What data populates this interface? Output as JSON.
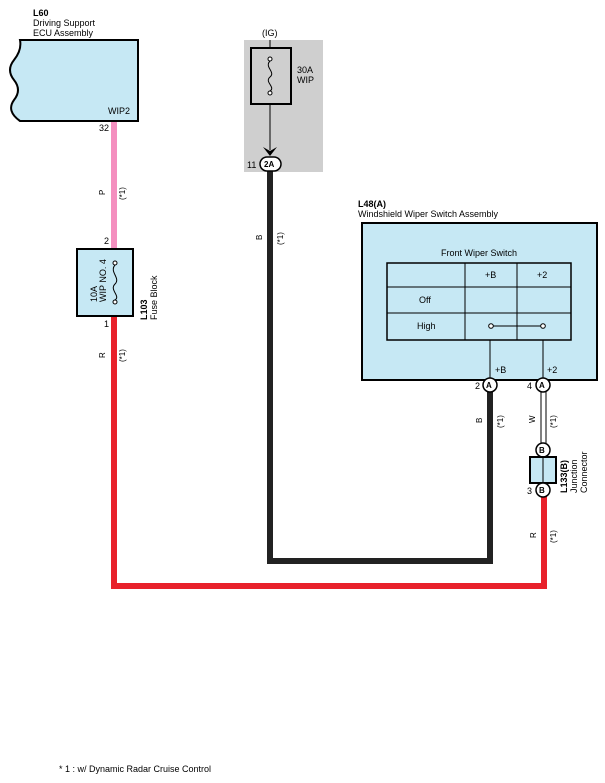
{
  "ecu": {
    "code": "L60",
    "name_line1": "Driving Support",
    "name_line2": "ECU Assembly",
    "terminal": "WIP2",
    "pin": "32"
  },
  "wire_p": {
    "color": "P",
    "note": "(*1)",
    "hex": "#f48fbf"
  },
  "fuse_block": {
    "pin_top": "2",
    "pin_bottom": "1",
    "rating": "10A",
    "name": "WIP NO. 4",
    "code": "L103",
    "label": "Fuse Block"
  },
  "wire_r_left": {
    "color": "R",
    "note": "(*1)",
    "hex": "#e8212b"
  },
  "ig": {
    "label": "(IG)",
    "rating": "30A",
    "name": "WIP",
    "pin": "11",
    "connector": "2A"
  },
  "wire_b_mid": {
    "color": "B",
    "note": "(*1)",
    "hex": "#222222"
  },
  "switch": {
    "code": "L48(A)",
    "name": "Windshield Wiper Switch Assembly",
    "table_title": "Front Wiper Switch",
    "col1": "+B",
    "col2": "+2",
    "row1": "Off",
    "row2": "High",
    "term1_label": "+B",
    "term2_label": "+2",
    "term1_pin": "2",
    "term2_pin": "4",
    "connector": "A"
  },
  "wire_b_right": {
    "color": "B",
    "note": "(*1)"
  },
  "wire_w": {
    "color": "W",
    "note": "(*1)"
  },
  "junction": {
    "connector": "B",
    "code": "L133(B)",
    "label1": "Junction",
    "label2": "Connector",
    "pin_bottom": "3"
  },
  "wire_r_right": {
    "color": "R",
    "note": "(*1)"
  },
  "footnote": "* 1 : w/ Dynamic Radar Cruise Control",
  "colors": {
    "component_fill": "#c6e8f4",
    "ig_shade": "#cfcfcf"
  }
}
